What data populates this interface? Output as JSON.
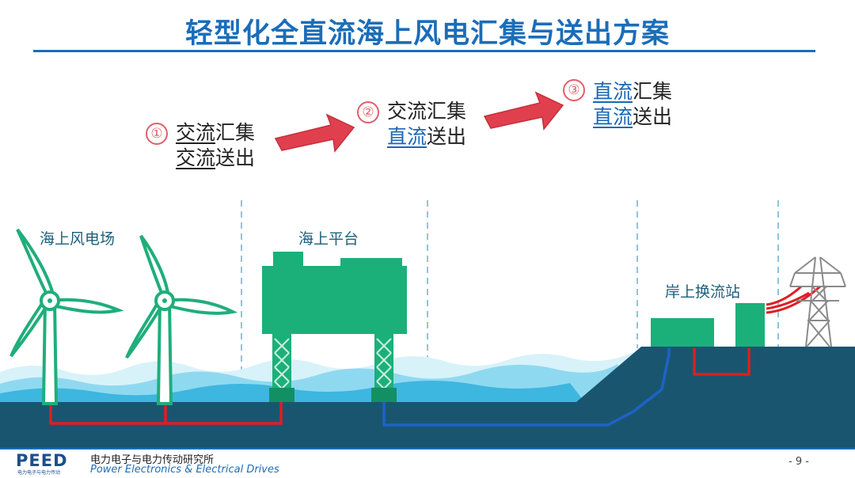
{
  "title": "轻型化全直流海上风电汇集与送出方案",
  "steps": [
    {
      "number": "①",
      "line1": {
        "underlined": "交流",
        "rest": "汇集"
      },
      "line2": {
        "underlined": "交流",
        "rest": "送出"
      }
    },
    {
      "number": "②",
      "line1": {
        "underlined": "交流",
        "rest": "汇集"
      },
      "line2": {
        "underlined": "直流",
        "rest": "送出"
      }
    },
    {
      "number": "③",
      "line1": {
        "underlined": "直流",
        "rest": "汇集"
      },
      "line2": {
        "underlined": "直流",
        "rest": "送出"
      }
    }
  ],
  "labels": {
    "wind_farm": "海上风电场",
    "platform": "海上平台",
    "converter_station": "岸上换流站"
  },
  "footer": {
    "logo": "PEED",
    "logo_sub": "电力电子与电力传动",
    "org_cn": "电力电子与电力传动研究所",
    "org_en": "Power Electronics & Electrical Drives",
    "page": "- 9 -"
  },
  "colors": {
    "title": "#1b6db8",
    "turbine": "#1fae7a",
    "platform": "#1bb07a",
    "seabed": "#1a5570",
    "water": "#58c6e8",
    "ac_cable": "#e01d22",
    "dc_cable": "#1d63c8",
    "arrow": "#e0404d",
    "dashed_divider": "#8fc4dc"
  }
}
